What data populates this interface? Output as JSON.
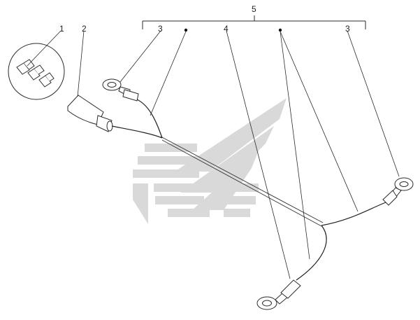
{
  "callouts": {
    "c1": "1",
    "c2": "2",
    "c3_left": "3",
    "c4": "4",
    "c5": "5",
    "c3_right": "3"
  },
  "colors": {
    "line": "#2a2a2a",
    "part_fill": "#ffffff",
    "watermark": "#d7d7d7"
  }
}
